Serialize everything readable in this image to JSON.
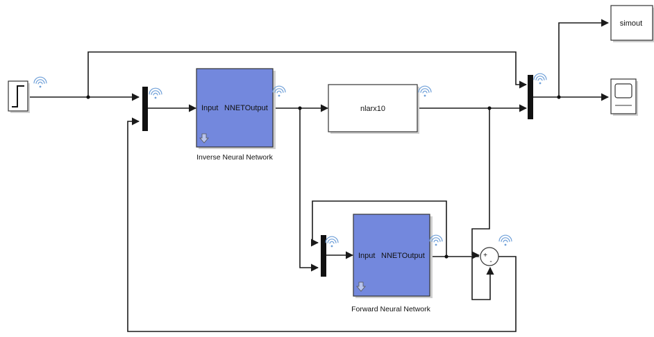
{
  "blocks": {
    "inverse_nn": {
      "port_in": "Input",
      "port_out": "NNETOutput",
      "caption": "Inverse Neural Network"
    },
    "forward_nn": {
      "port_in": "Input",
      "port_out": "NNETOutput",
      "caption": "Forward Neural Network"
    },
    "plant": {
      "label": "nlarx10"
    },
    "to_workspace": {
      "label": "simout"
    },
    "sum": {
      "sign_top": "+",
      "sign_bottom": "-"
    }
  },
  "icons": {
    "step": "step-source-icon",
    "scope": "scope-icon",
    "signal_log": "signal-logging-icon",
    "nn_arrow": "down-arrow-icon"
  },
  "colors": {
    "nn_block": "#7388dd",
    "signal_log": "#6e9fd8",
    "wire": "#1a1a1a"
  }
}
